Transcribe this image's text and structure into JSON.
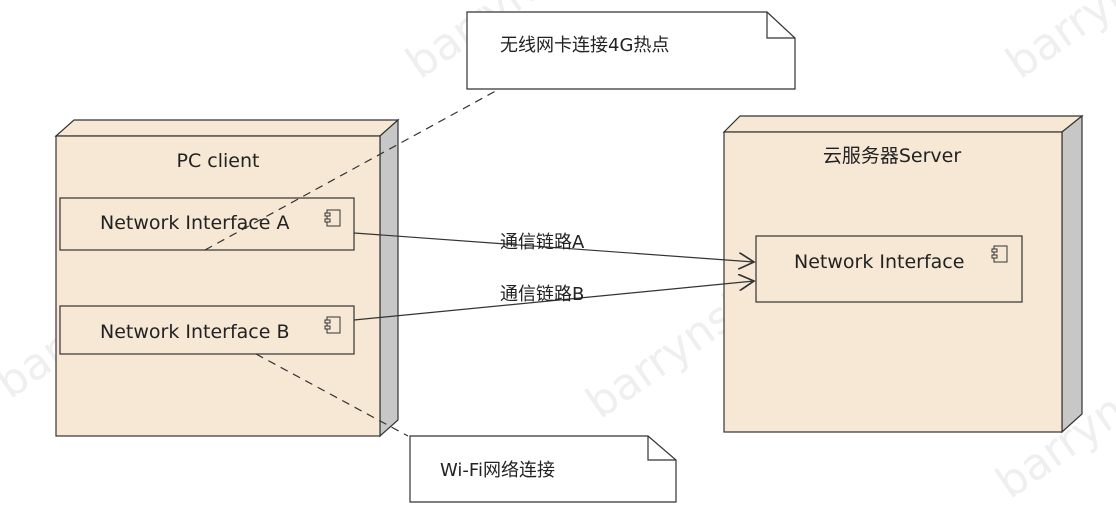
{
  "nodes": {
    "client": {
      "title": "PC client"
    },
    "server": {
      "title": "云服务器Server"
    }
  },
  "components": {
    "interface_a": {
      "label": "Network Interface A"
    },
    "interface_b": {
      "label": "Network Interface B"
    },
    "server_interface": {
      "label": "Network Interface"
    }
  },
  "links": {
    "a": {
      "label": "通信链路A"
    },
    "b": {
      "label": "通信链路B"
    }
  },
  "notes": {
    "wireless": {
      "text": "无线网卡连接4G热点"
    },
    "wifi": {
      "text": "Wi-Fi网络连接"
    }
  },
  "watermark": {
    "text": "barrynshang"
  },
  "colors": {
    "node_fill": "#f6e8d4",
    "node_side": "#c7c7c7",
    "stroke": "#333333",
    "note_fill": "#ffffff"
  },
  "icons": {
    "component": "uml-component-icon"
  }
}
